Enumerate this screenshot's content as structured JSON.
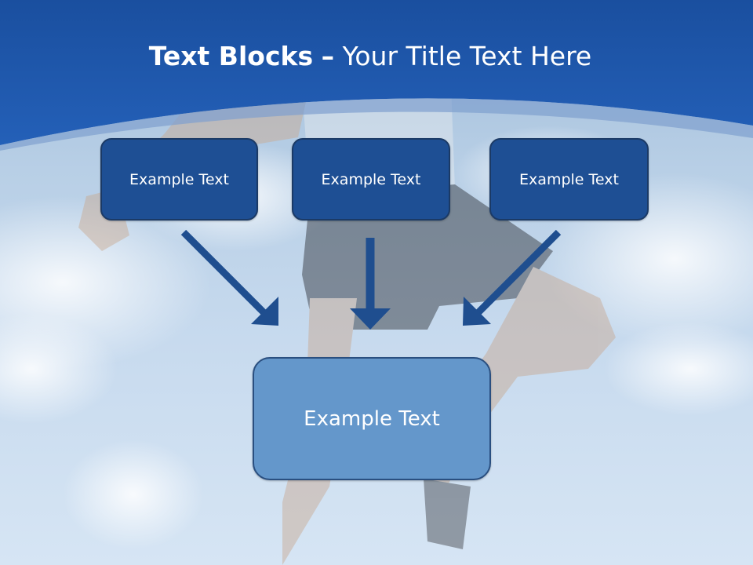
{
  "title": {
    "bold_part": "Text Blocks",
    "separator": "–",
    "regular_part": "Your Title Text Here"
  },
  "blocks": [
    {
      "label": "Example Text"
    },
    {
      "label": "Example Text"
    },
    {
      "label": "Example Text"
    }
  ],
  "target_block": {
    "label": "Example Text"
  },
  "colors": {
    "header_blue": "#1e56a8",
    "block_dark": "#1e4f94",
    "block_light": "#6497cb",
    "arrow": "#1f4e8f"
  }
}
